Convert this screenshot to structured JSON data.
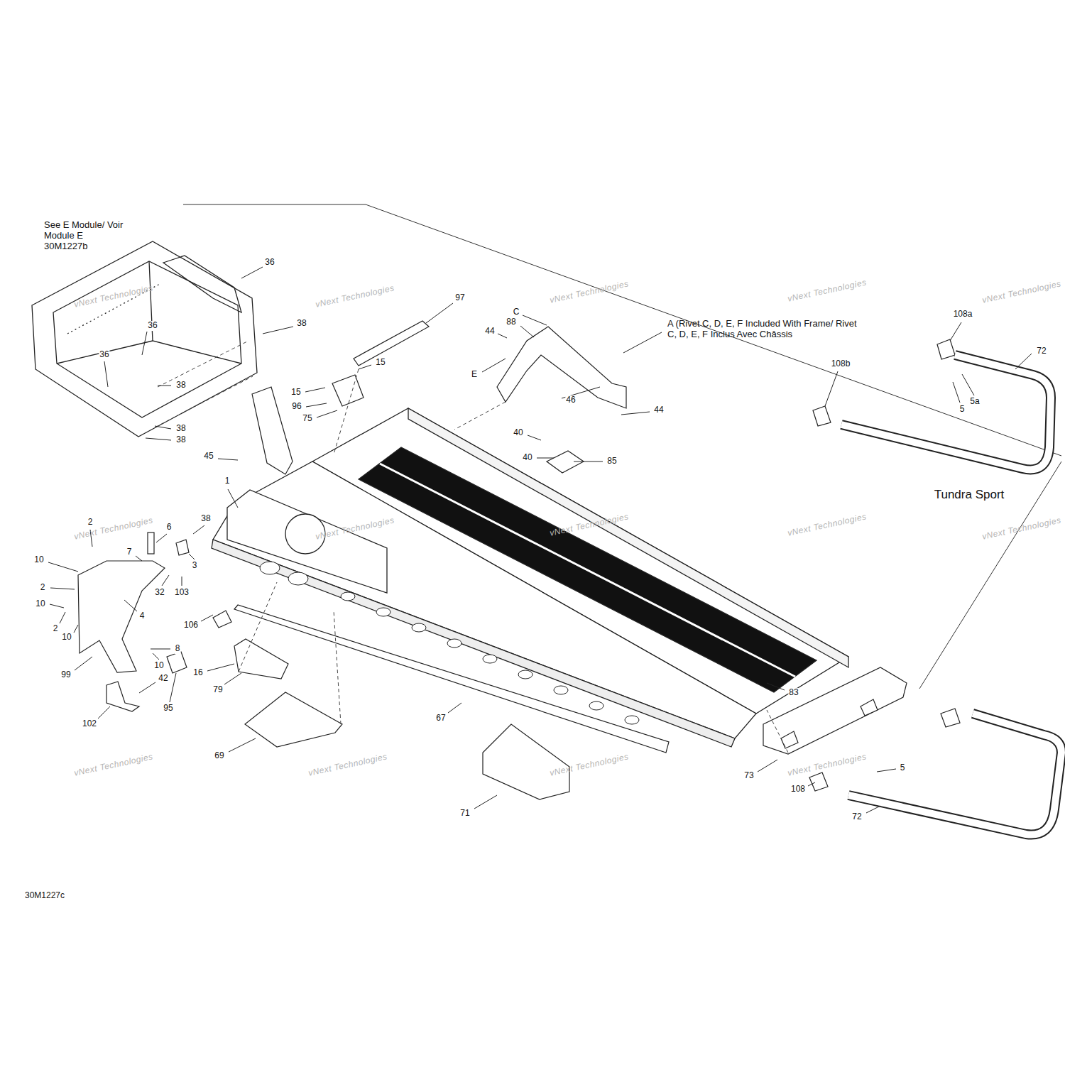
{
  "diagram": {
    "labels": [
      "See E Module/ Voir Module E 30M1227b",
      "36",
      "36",
      "36",
      "38",
      "38",
      "38",
      "38",
      "97",
      "15",
      "15",
      "96",
      "75",
      "C",
      "88",
      "44",
      "E",
      "46",
      "44",
      "40",
      "40",
      "85",
      "45",
      "1",
      "38",
      "2",
      "6",
      "7",
      "10",
      "2",
      "10",
      "2",
      "10",
      "3",
      "32",
      "103",
      "4",
      "106",
      "8",
      "10",
      "16",
      "99",
      "42",
      "95",
      "102",
      "79",
      "69",
      "67",
      "71",
      "83",
      "73",
      "108",
      "5",
      "72",
      "108a",
      "72",
      "108b",
      "5",
      "5a",
      "A (Rivet C, D, E, F Included With Frame/ Rivet C, D, E, F Inclus Avec Châssis",
      "Tundra Sport",
      "30M1227c",
      "vNext Technologies",
      "vNext Technologies",
      "vNext Technologies",
      "vNext Technologies",
      "vNext Technologies",
      "vNext Technologies",
      "vNext Technologies",
      "vNext Technologies",
      "vNext Technologies",
      "vNext Technologies",
      "vNext Technologies",
      "vNext Technologies",
      "vNext Technologies",
      "vNext Technologies"
    ]
  }
}
